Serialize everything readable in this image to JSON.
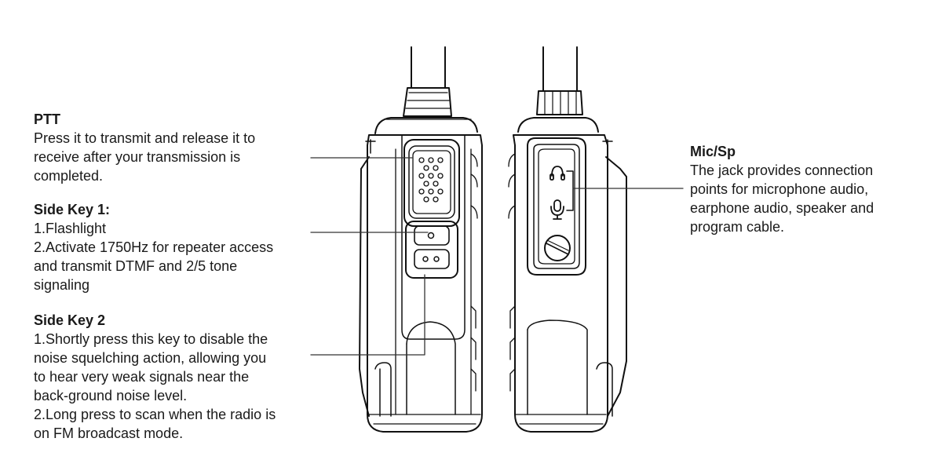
{
  "annotations": {
    "ptt": {
      "title": "PTT",
      "lines": [
        "Press it to transmit and release it to",
        "receive after your transmission is",
        "completed."
      ]
    },
    "side_key_1": {
      "title": "Side Key 1:",
      "lines": [
        "1.Flashlight",
        "2.Activate 1750Hz for repeater access",
        "and transmit DTMF and 2/5 tone",
        "signaling"
      ]
    },
    "side_key_2": {
      "title": "Side Key 2",
      "lines": [
        "1.Shortly press this key to disable the",
        "noise squelching action, allowing you",
        "to hear very weak signals near the",
        "back-ground noise level.",
        "2.Long press to scan when the radio is",
        "on FM broadcast mode."
      ]
    },
    "mic_sp": {
      "title": "Mic/Sp",
      "lines": [
        "The jack provides connection",
        "points for microphone audio,",
        "earphone audio, speaker and",
        "program cable."
      ]
    }
  },
  "colors": {
    "stroke": "#111111",
    "text": "#1a1a1a"
  },
  "icons": {
    "jack_top": "headphone-icon",
    "jack_bottom": "microphone-icon"
  }
}
